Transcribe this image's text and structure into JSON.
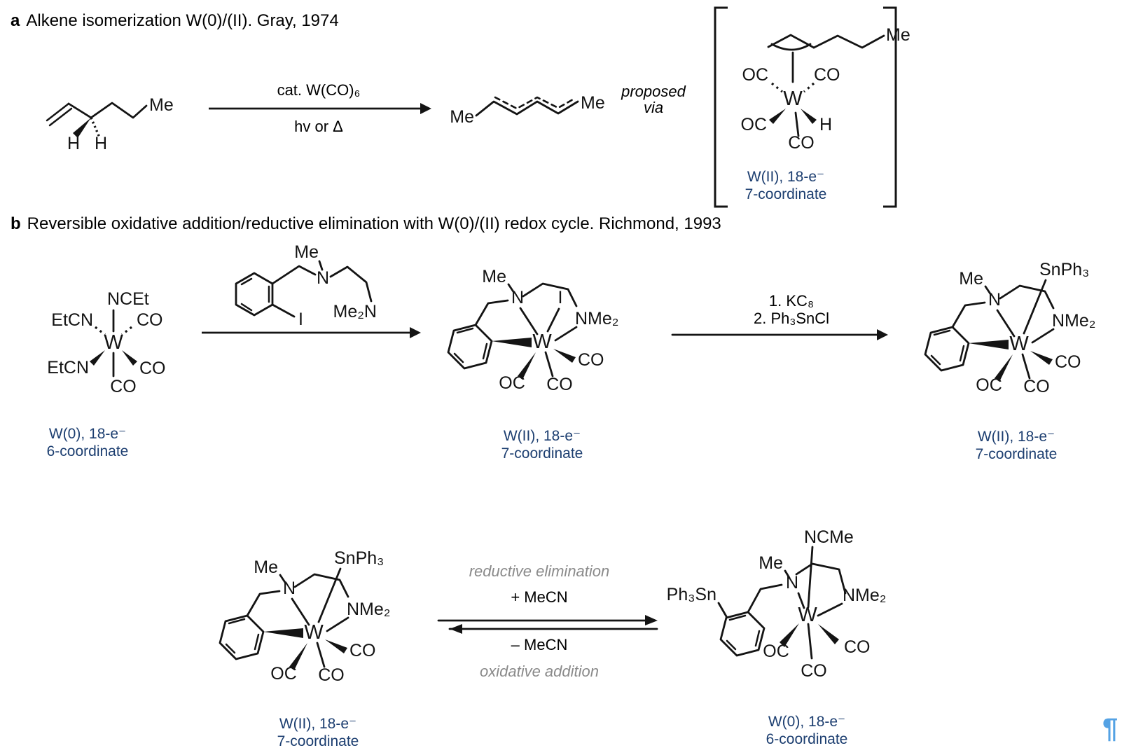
{
  "colors": {
    "ink": "#141414",
    "caption": "#1c3e70",
    "grayink": "#8a8a8a",
    "pilcrow": "#54a2e4"
  },
  "atoms": {
    "w": "W",
    "co": "CO",
    "oc": "OC",
    "h": "H",
    "me": "Me",
    "n": "N",
    "i": "I",
    "ncet": "NCEt",
    "etcn": "EtCN",
    "nme2": "NMe₂",
    "me2n": "Me₂N",
    "snph3": "SnPh₃",
    "ph3sn": "Ph₃Sn",
    "ncme": "NCMe"
  },
  "panel_a": {
    "section_label": "a",
    "title": "Alkene isomerization W(0)/(II). Gray, 1974",
    "arrow_conditions": {
      "above": "cat. W(CO)₆",
      "below": "hv or Δ"
    },
    "proposed_via": {
      "line1": "proposed",
      "line2": "via"
    },
    "intermediate_caption": {
      "line1": "W(II), 18-e⁻",
      "line2": "7-coordinate"
    }
  },
  "panel_b": {
    "section_label": "b",
    "title": "Reversible oxidative addition/reductive elimination with W(0)/(II) redox cycle. Richmond, 1993",
    "start_caption": {
      "line1": "W(0), 18-e⁻",
      "line2": "6-coordinate"
    },
    "step2_conditions": {
      "line1": "1. KC₈",
      "line2": "2. Ph₃SnCl"
    },
    "iodide_caption": {
      "line1": "W(II), 18-e⁻",
      "line2": "7-coordinate"
    },
    "stannyl_caption": {
      "line1": "W(II), 18-e⁻",
      "line2": "7-coordinate"
    },
    "bottom_left_caption": {
      "line1": "W(II), 18-e⁻",
      "line2": "7-coordinate"
    },
    "equilibrium": {
      "forward_label": "reductive elimination",
      "forward_reagent": "+ MeCN",
      "reverse_reagent": "– MeCN",
      "reverse_label": "oxidative addition"
    },
    "product_caption": {
      "line1": "W(0), 18-e⁻",
      "line2": "6-coordinate"
    }
  },
  "paragraph_mark": "¶"
}
